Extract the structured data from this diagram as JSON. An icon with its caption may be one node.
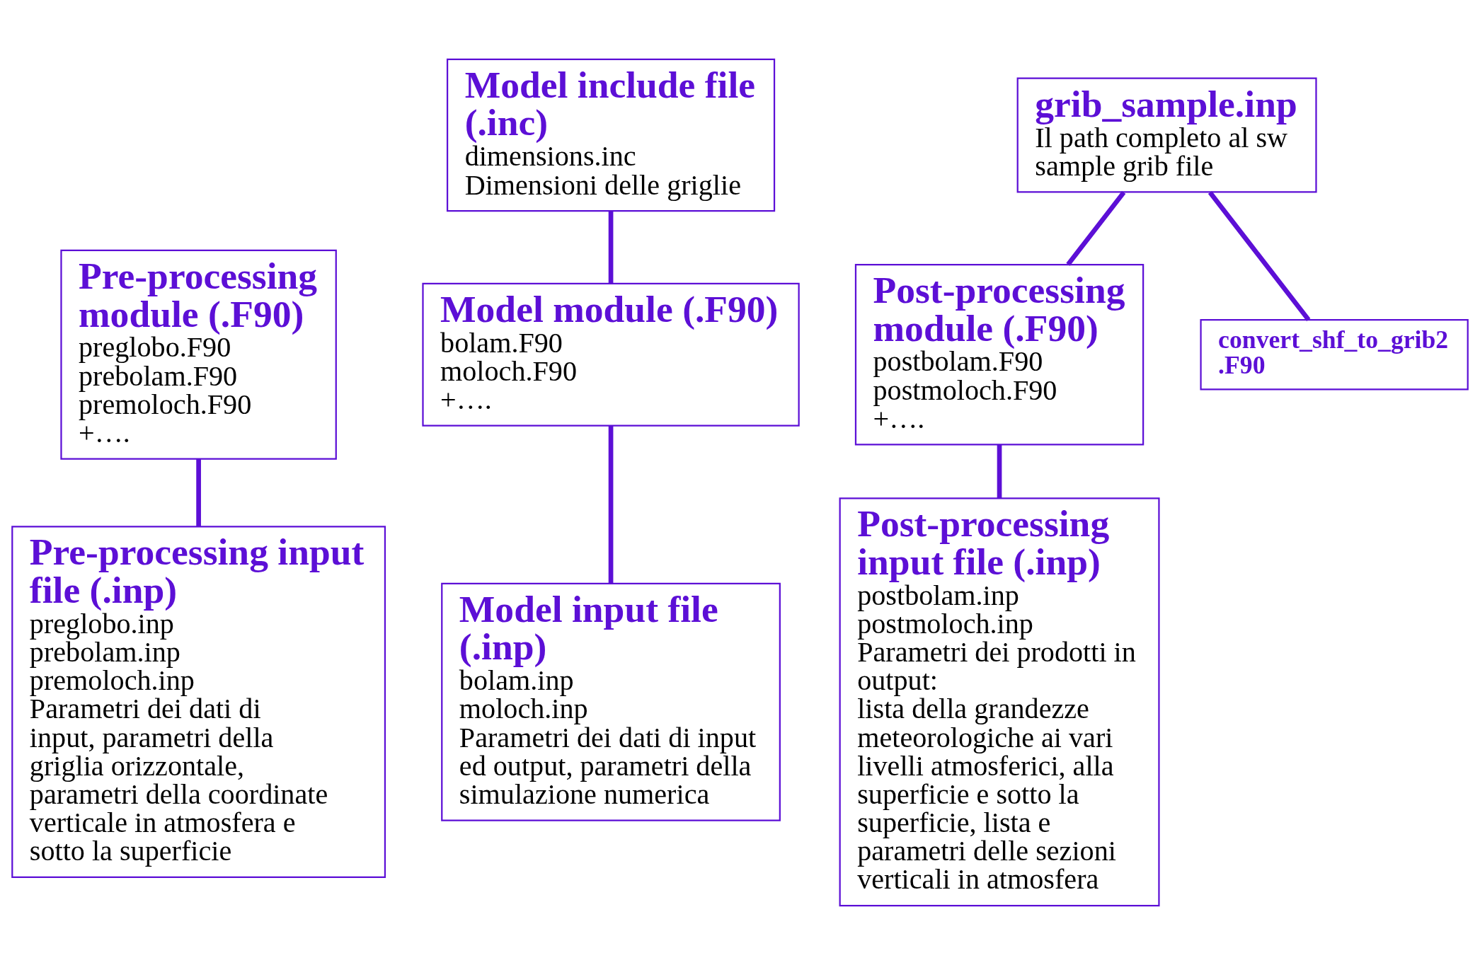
{
  "diagram": {
    "nodes": [
      {
        "text": [
          "Model include file (.inc)",
          "dimensions.inc",
          "Dimensioni delle griglie"
        ]
      },
      {
        "text": [
          "grib_sample.inp",
          "Il path completo al sw sample grib file"
        ]
      },
      {
        "text": [
          "Pre-processing module (.F90)",
          "preglobo.F90",
          "prebolam.F90",
          "premoloch.F90",
          "+…."
        ]
      },
      {
        "text": [
          "Model module (.F90)",
          "bolam.F90",
          "moloch.F90",
          "+…."
        ]
      },
      {
        "text": [
          "Post-processing module (.F90)",
          "postbolam.F90",
          "postmoloch.F90",
          "+…."
        ]
      },
      {
        "text": [
          "convert_shf_to_grib2.F90"
        ]
      },
      {
        "text": [
          "Pre-processing input file (.inp)",
          "preglobo.inp",
          "prebolam.inp",
          "premoloch.inp",
          "Parametri dei dati di input, parametri della griglia orizzontale, parametri della coordinate verticale in atmosfera e sotto la superficie"
        ]
      },
      {
        "text": [
          "Model input file (.inp)",
          "bolam.inp",
          "moloch.inp",
          "Parametri dei dati di input ed output, parametri della simulazione numerica"
        ]
      },
      {
        "text": [
          "Post-processing input file (.inp)",
          "postbolam.inp",
          "postmoloch.inp",
          "Parametri dei prodotti in output:",
          "lista della grandezze meteorologiche ai vari livelli atmosferici, alla superficie e sotto la superficie, lista e parametri delle sezioni verticali in atmosfera"
        ]
      }
    ],
    "edges": [
      {
        "from": 2,
        "to": 6,
        "arrow": "none"
      },
      {
        "from": 0,
        "to": 3,
        "arrow": "none"
      },
      {
        "from": 3,
        "to": 7,
        "arrow": "none"
      },
      {
        "from": 1,
        "to": 4,
        "arrow": "none"
      },
      {
        "from": 4,
        "to": 8,
        "arrow": "none"
      },
      {
        "from": 1,
        "to": 5,
        "arrow": "none"
      }
    ]
  }
}
